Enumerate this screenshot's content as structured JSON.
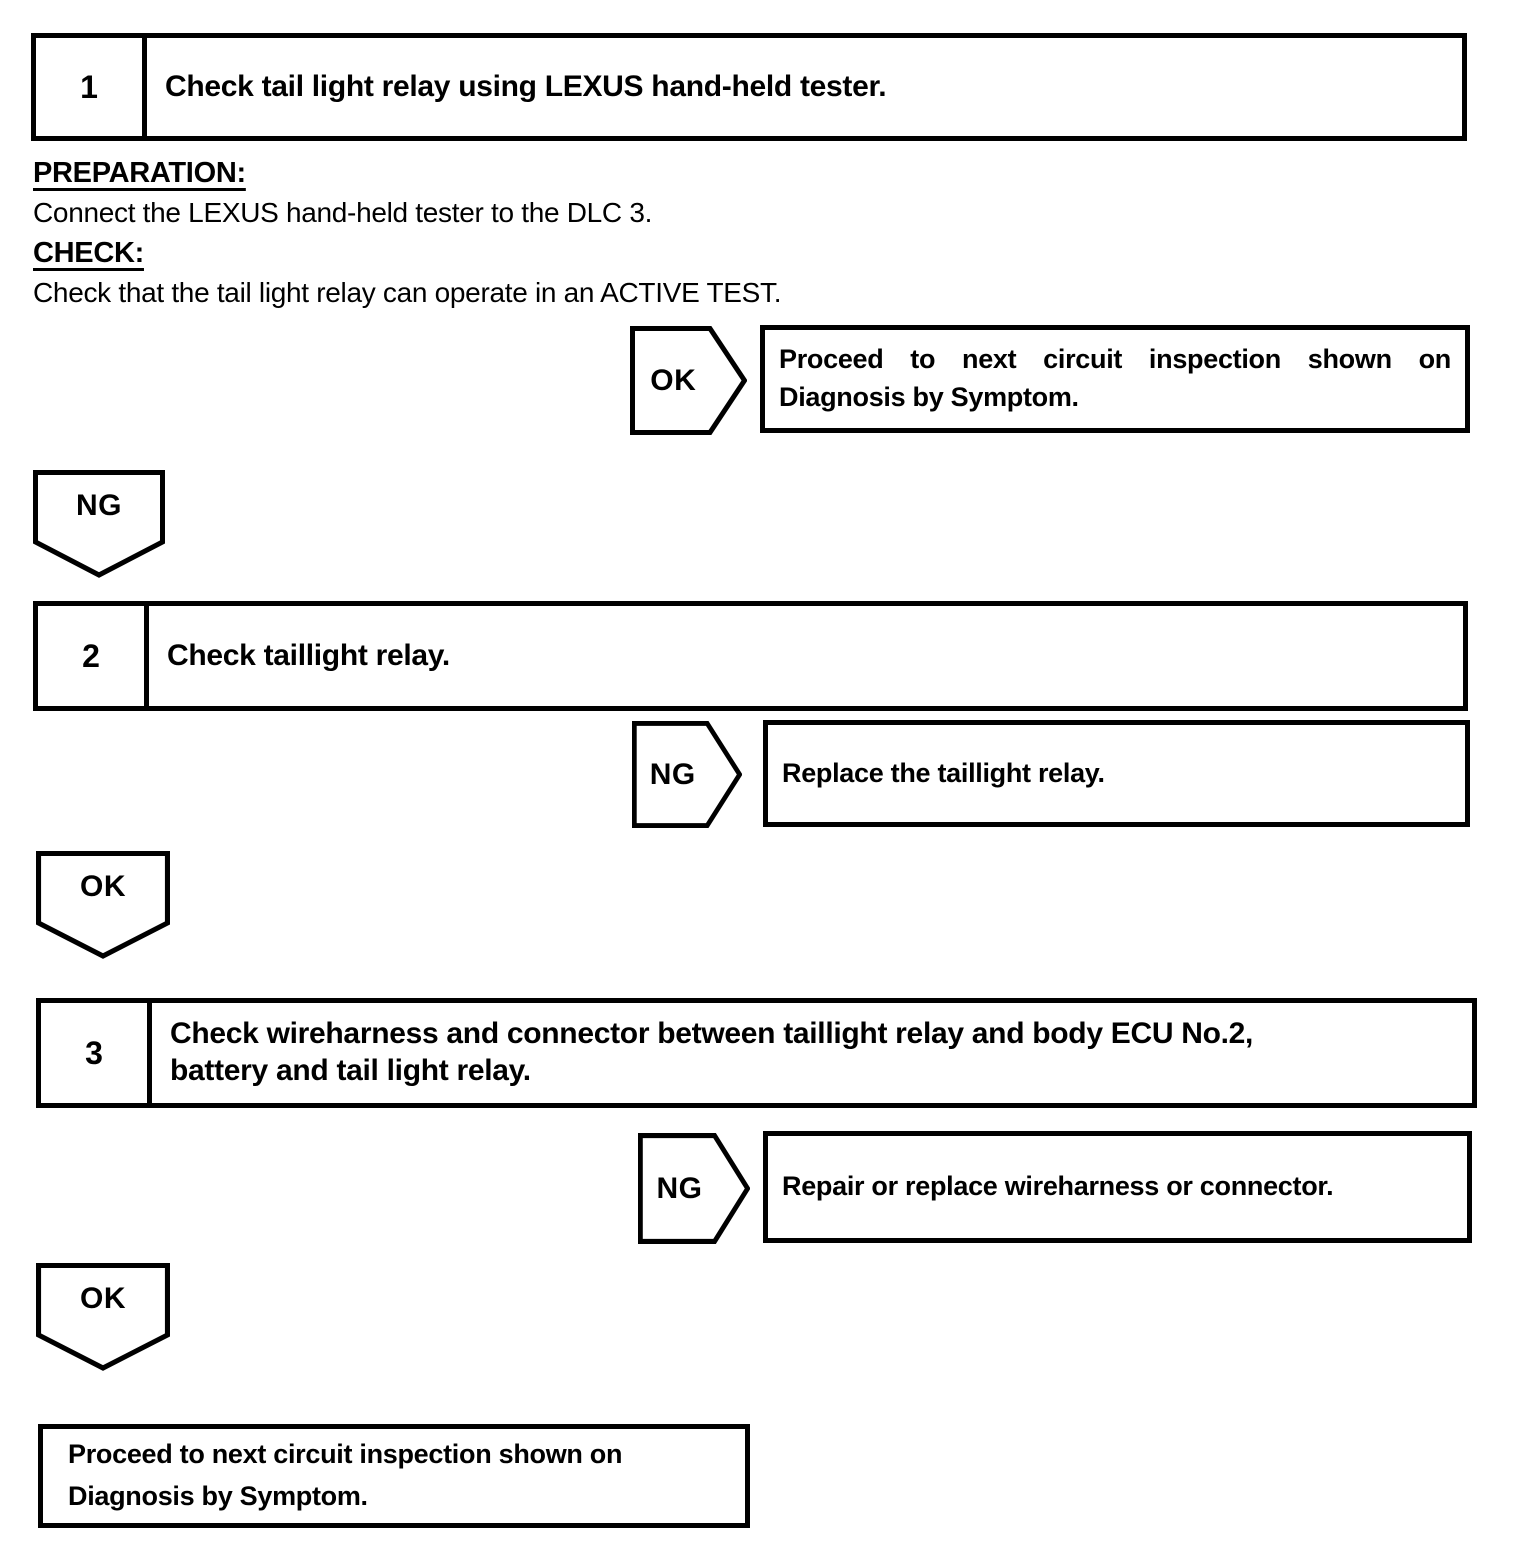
{
  "page": {
    "background": "#ffffff",
    "ink": "#000000"
  },
  "steps": [
    {
      "number": "1",
      "title_lines": [
        "Check tail light relay using LEXUS hand-held tester."
      ]
    },
    {
      "number": "2",
      "title_lines": [
        "Check taillight relay."
      ]
    },
    {
      "number": "3",
      "title_lines": [
        "Check wireharness and connector between taillight relay and body ECU No.2,",
        "battery and tail light relay."
      ]
    }
  ],
  "step1_notes": {
    "preparation_label": "PREPARATION:",
    "preparation_text": "Connect the LEXUS hand-held tester to the DLC 3.",
    "check_label": "CHECK:",
    "check_text": "Check that the tail light relay can operate in an ACTIVE TEST."
  },
  "branches": [
    {
      "tag": "OK",
      "result_lines": [
        "Proceed to next circuit inspection shown on",
        "Diagnosis by Symptom."
      ]
    },
    {
      "tag": "NG",
      "result_lines": [
        "Replace the taillight relay."
      ]
    },
    {
      "tag": "NG",
      "result_lines": [
        "Repair or replace wireharness or connector."
      ]
    }
  ],
  "connectors": [
    {
      "tag": "NG"
    },
    {
      "tag": "OK"
    },
    {
      "tag": "OK"
    }
  ],
  "terminal": {
    "lines": [
      "Proceed to next circuit inspection shown on",
      "Diagnosis by Symptom."
    ]
  }
}
